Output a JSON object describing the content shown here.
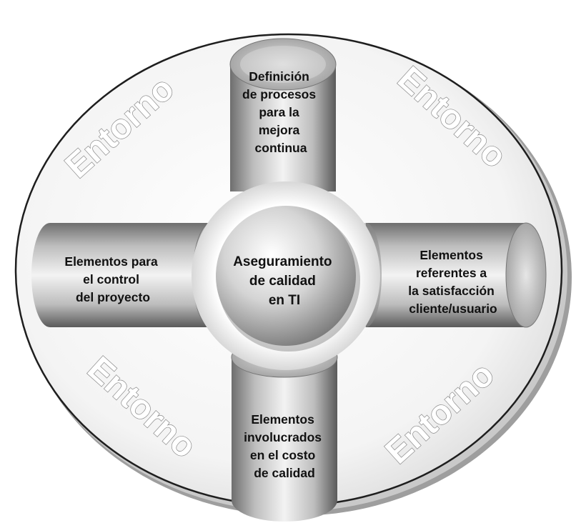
{
  "center": {
    "lines": [
      "Aseguramiento",
      "de calidad",
      "en TI"
    ]
  },
  "pillars": {
    "top": {
      "lines": [
        "Definición",
        "de procesos",
        "para la",
        "mejora",
        "continua"
      ]
    },
    "left": {
      "lines": [
        "Elementos para",
        "el control",
        "del proyecto"
      ]
    },
    "right": {
      "lines": [
        "Elementos",
        "referentes a",
        "la satisfacción",
        "cliente/usuario"
      ]
    },
    "bottom": {
      "lines": [
        "Elementos",
        "involucrados",
        "en el costo",
        "de calidad"
      ]
    }
  },
  "environment": {
    "top_left": "Entorno",
    "top_right": "Entorno",
    "bottom_left": "Entorno",
    "bottom_right": "Entorno"
  }
}
